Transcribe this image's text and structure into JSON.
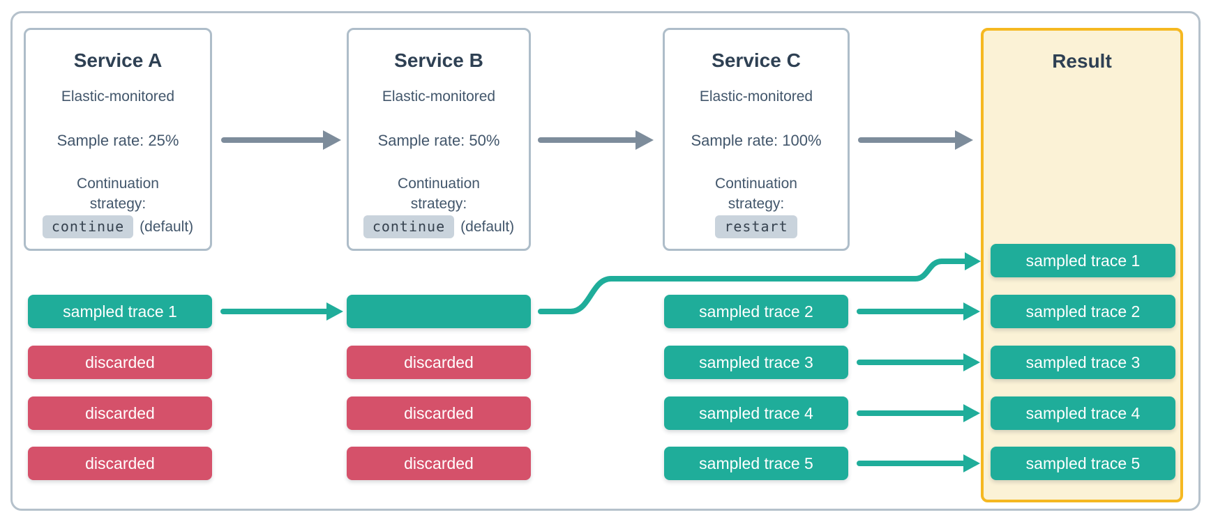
{
  "services": [
    {
      "title": "Service A",
      "subtitle": "Elastic-monitored",
      "sample_rate": "Sample rate: 25%",
      "continuation_line1": "Continuation",
      "continuation_line2": "strategy:",
      "strategy": "continue",
      "strategy_suffix": "(default)"
    },
    {
      "title": "Service B",
      "subtitle": "Elastic-monitored",
      "sample_rate": "Sample rate: 50%",
      "continuation_line1": "Continuation",
      "continuation_line2": "strategy:",
      "strategy": "continue",
      "strategy_suffix": "(default)"
    },
    {
      "title": "Service C",
      "subtitle": "Elastic-monitored",
      "sample_rate": "Sample rate: 100%",
      "continuation_line1": "Continuation",
      "continuation_line2": "strategy:",
      "strategy": "restart",
      "strategy_suffix": ""
    }
  ],
  "rows": {
    "service_a": [
      "sampled trace 1",
      "discarded",
      "discarded",
      "discarded"
    ],
    "service_b": [
      "",
      "discarded",
      "discarded",
      "discarded"
    ],
    "service_c": [
      "sampled trace 2",
      "sampled trace 3",
      "sampled trace 4",
      "sampled trace 5"
    ]
  },
  "result": {
    "title": "Result",
    "pills": [
      "sampled trace 1",
      "sampled trace 2",
      "sampled trace 3",
      "sampled trace 4",
      "sampled trace 5"
    ]
  },
  "colors": {
    "teal": "#1fad9a",
    "red": "#d5516a",
    "amber": "#f5b821",
    "cream": "#fbf2d6",
    "chip_bg": "#c9d3dc",
    "arrow_gray": "#7d8c9b",
    "heading": "#2e4053",
    "body": "#42566b",
    "chip_text": "#36424f",
    "box_border": "#aebdc9",
    "outer_border": "#b5c1cb",
    "pill_text": "#ffffff"
  }
}
